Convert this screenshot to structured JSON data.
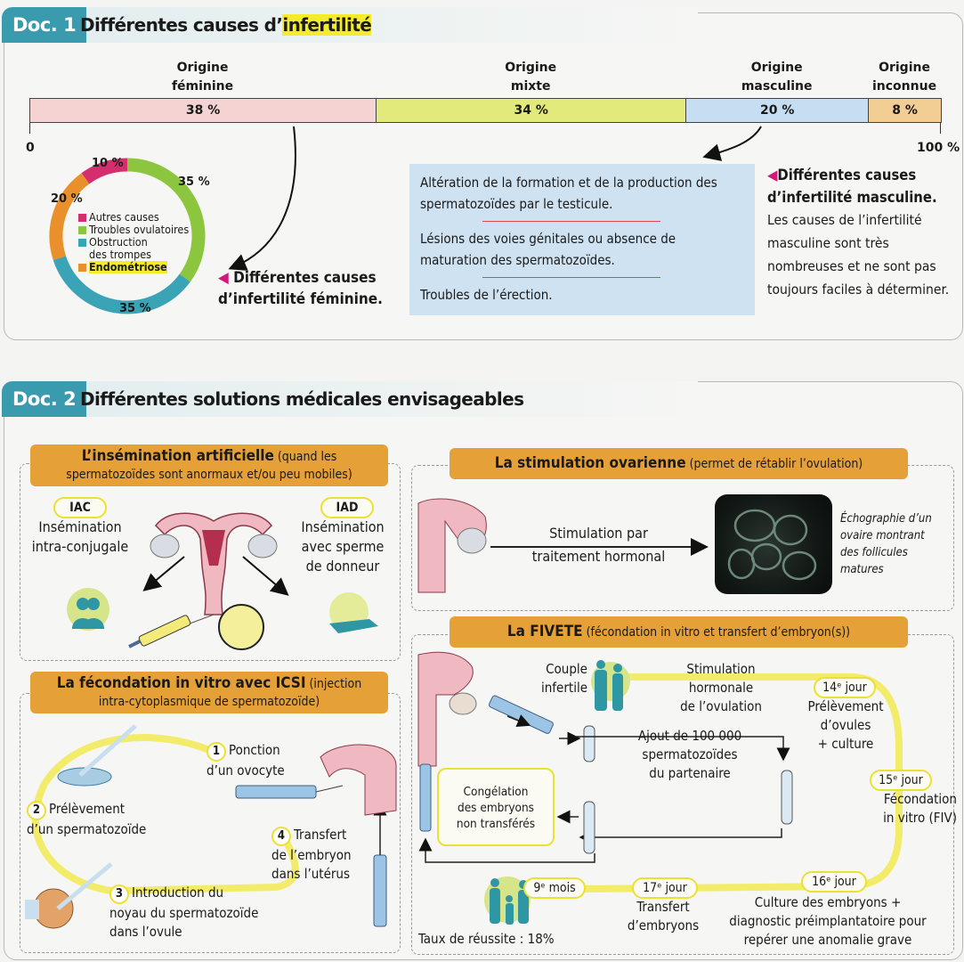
{
  "doc1": {
    "tab": "Doc. 1",
    "title_prefix": "Différentes causes d’",
    "title_highlight": "infertilité",
    "bar": {
      "axis_start": "0",
      "axis_end": "100 %",
      "segments": [
        {
          "label_line1": "Origine",
          "label_line2": "féminine",
          "percent_text": "38 %",
          "value": 38,
          "color": "#f4d3d2"
        },
        {
          "label_line1": "Origine",
          "label_line2": "mixte",
          "percent_text": "34 %",
          "value": 34,
          "color": "#e1ea7a"
        },
        {
          "label_line1": "Origine",
          "label_line2": "masculine",
          "percent_text": "20 %",
          "value": 20,
          "color": "#c5def2"
        },
        {
          "label_line1": "Origine",
          "label_line2": "inconnue",
          "percent_text": "8 %",
          "value": 8,
          "color": "#f2cd94"
        }
      ]
    },
    "donut": {
      "slices": [
        {
          "name": "Autres causes",
          "value": 10,
          "label": "10 %",
          "color": "#d52e6e"
        },
        {
          "name": "Troubles ovulatoires",
          "value": 35,
          "label": "35 %",
          "color": "#8cc63f"
        },
        {
          "name": "Obstruction des trompes",
          "value": 35,
          "label": "35 %",
          "color": "#3aa3b5"
        },
        {
          "name": "Endométriose",
          "value": 20,
          "label": "20 %",
          "color": "#e98f2b"
        }
      ],
      "legend": [
        {
          "line1": "Autres causes",
          "line2": ""
        },
        {
          "line1": "Troubles ovulatoires",
          "line2": ""
        },
        {
          "line1": "Obstruction",
          "line2": "des trompes"
        },
        {
          "line1": "Endométriose",
          "line2": ""
        }
      ]
    },
    "feminine_caption": {
      "marker": "◀",
      "line1": "Différentes causes",
      "line2": "d’infertilité féminine."
    },
    "masculine_box": [
      "Altération de la formation et de la production des spermatozoïdes par le testicule.",
      "Lésions des voies génitales ou absence de maturation des spermatozoïdes.",
      "Troubles de l’érection."
    ],
    "masculine_caption": {
      "marker": "◀",
      "title_line1": "Différentes causes",
      "title_line2": "d’infertilité masculine.",
      "body": "Les causes de l’infertilité masculine sont très nombreuses et ne sont pas toujours faciles à déterminer."
    }
  },
  "doc2": {
    "tab": "Doc. 2",
    "title": "Différentes solutions médicales envisageables",
    "insemination": {
      "title_bold": "L’insémination artificielle",
      "title_rest_1": " (quand les",
      "title_rest_2": "spermatozoïdes sont anormaux et/ou peu mobiles)",
      "iac": {
        "tag": "IAC",
        "line1": "Insémination",
        "line2": "intra-conjugale"
      },
      "iad": {
        "tag": "IAD",
        "line1": "Insémination",
        "line2": "avec sperme",
        "line3": "de donneur"
      }
    },
    "icsi": {
      "title_bold": "La fécondation in vitro avec ICSI",
      "title_rest_1": " (injection",
      "title_rest_2": "intra-cytoplasmique de spermatozoïde)",
      "steps": [
        {
          "num": "1",
          "line1": "Ponction",
          "line2": "d’un ovocyte",
          "line3": ""
        },
        {
          "num": "2",
          "line1": "Prélèvement",
          "line2": "d’un spermatozoïde",
          "line3": ""
        },
        {
          "num": "3",
          "line1": "Introduction du",
          "line2": "noyau du spermatozoïde",
          "line3": "dans l’ovule"
        },
        {
          "num": "4",
          "line1": "Transfert",
          "line2": "de l’embryon",
          "line3": "dans l’utérus"
        }
      ]
    },
    "stimulation": {
      "title_bold": "La stimulation ovarienne",
      "title_rest": " (permet de rétablir l’ovulation)",
      "arrow_line1": "Stimulation par",
      "arrow_line2": "traitement hormonal",
      "caption": [
        "Échographie d’un",
        "ovaire montrant",
        "des follicules",
        "matures"
      ]
    },
    "fivete": {
      "title_bold": "La FIVETE",
      "title_rest": " (fécondation in vitro et transfert d’embryon(s))",
      "couple": [
        "Couple",
        "infertile"
      ],
      "stim": [
        "Stimulation",
        "hormonale",
        "de l’ovulation"
      ],
      "day14": {
        "tag": "14ᵉ jour",
        "lines": [
          "Prélèvement",
          "d’ovules",
          "+ culture"
        ]
      },
      "ajout": [
        "Ajout de 100 000",
        "spermatozoïdes",
        "du partenaire"
      ],
      "day15": {
        "tag": "15ᵉ jour",
        "lines": [
          "Fécondation",
          "in vitro (FIV)"
        ]
      },
      "congelation": [
        "Congélation",
        "des embryons",
        "non transférés"
      ],
      "day16": {
        "tag": "16ᵉ jour",
        "lines": [
          "Culture des embryons +",
          "diagnostic préimplantatoire pour",
          "repérer une anomalie grave"
        ]
      },
      "day17": {
        "tag": "17ᵉ jour",
        "lines": [
          "Transfert",
          "d’embryons"
        ]
      },
      "month9": {
        "tag": "9ᵉ mois"
      },
      "success": "Taux de réussite : 18%"
    }
  }
}
